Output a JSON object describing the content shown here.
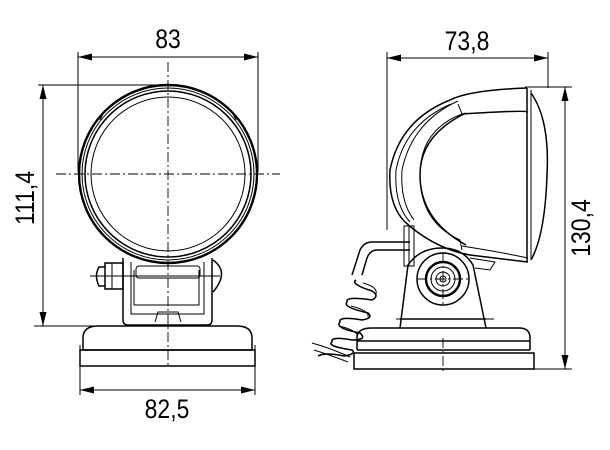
{
  "drawing": {
    "title": "Work lamp dimension drawing",
    "units": "mm",
    "line_color": "#000000",
    "background": "#ffffff",
    "front_view": {
      "width_top_label": "83",
      "height_label": "111,4",
      "width_base_label": "82,5"
    },
    "side_view": {
      "depth_label": "73,8",
      "height_label": "130,4"
    }
  }
}
